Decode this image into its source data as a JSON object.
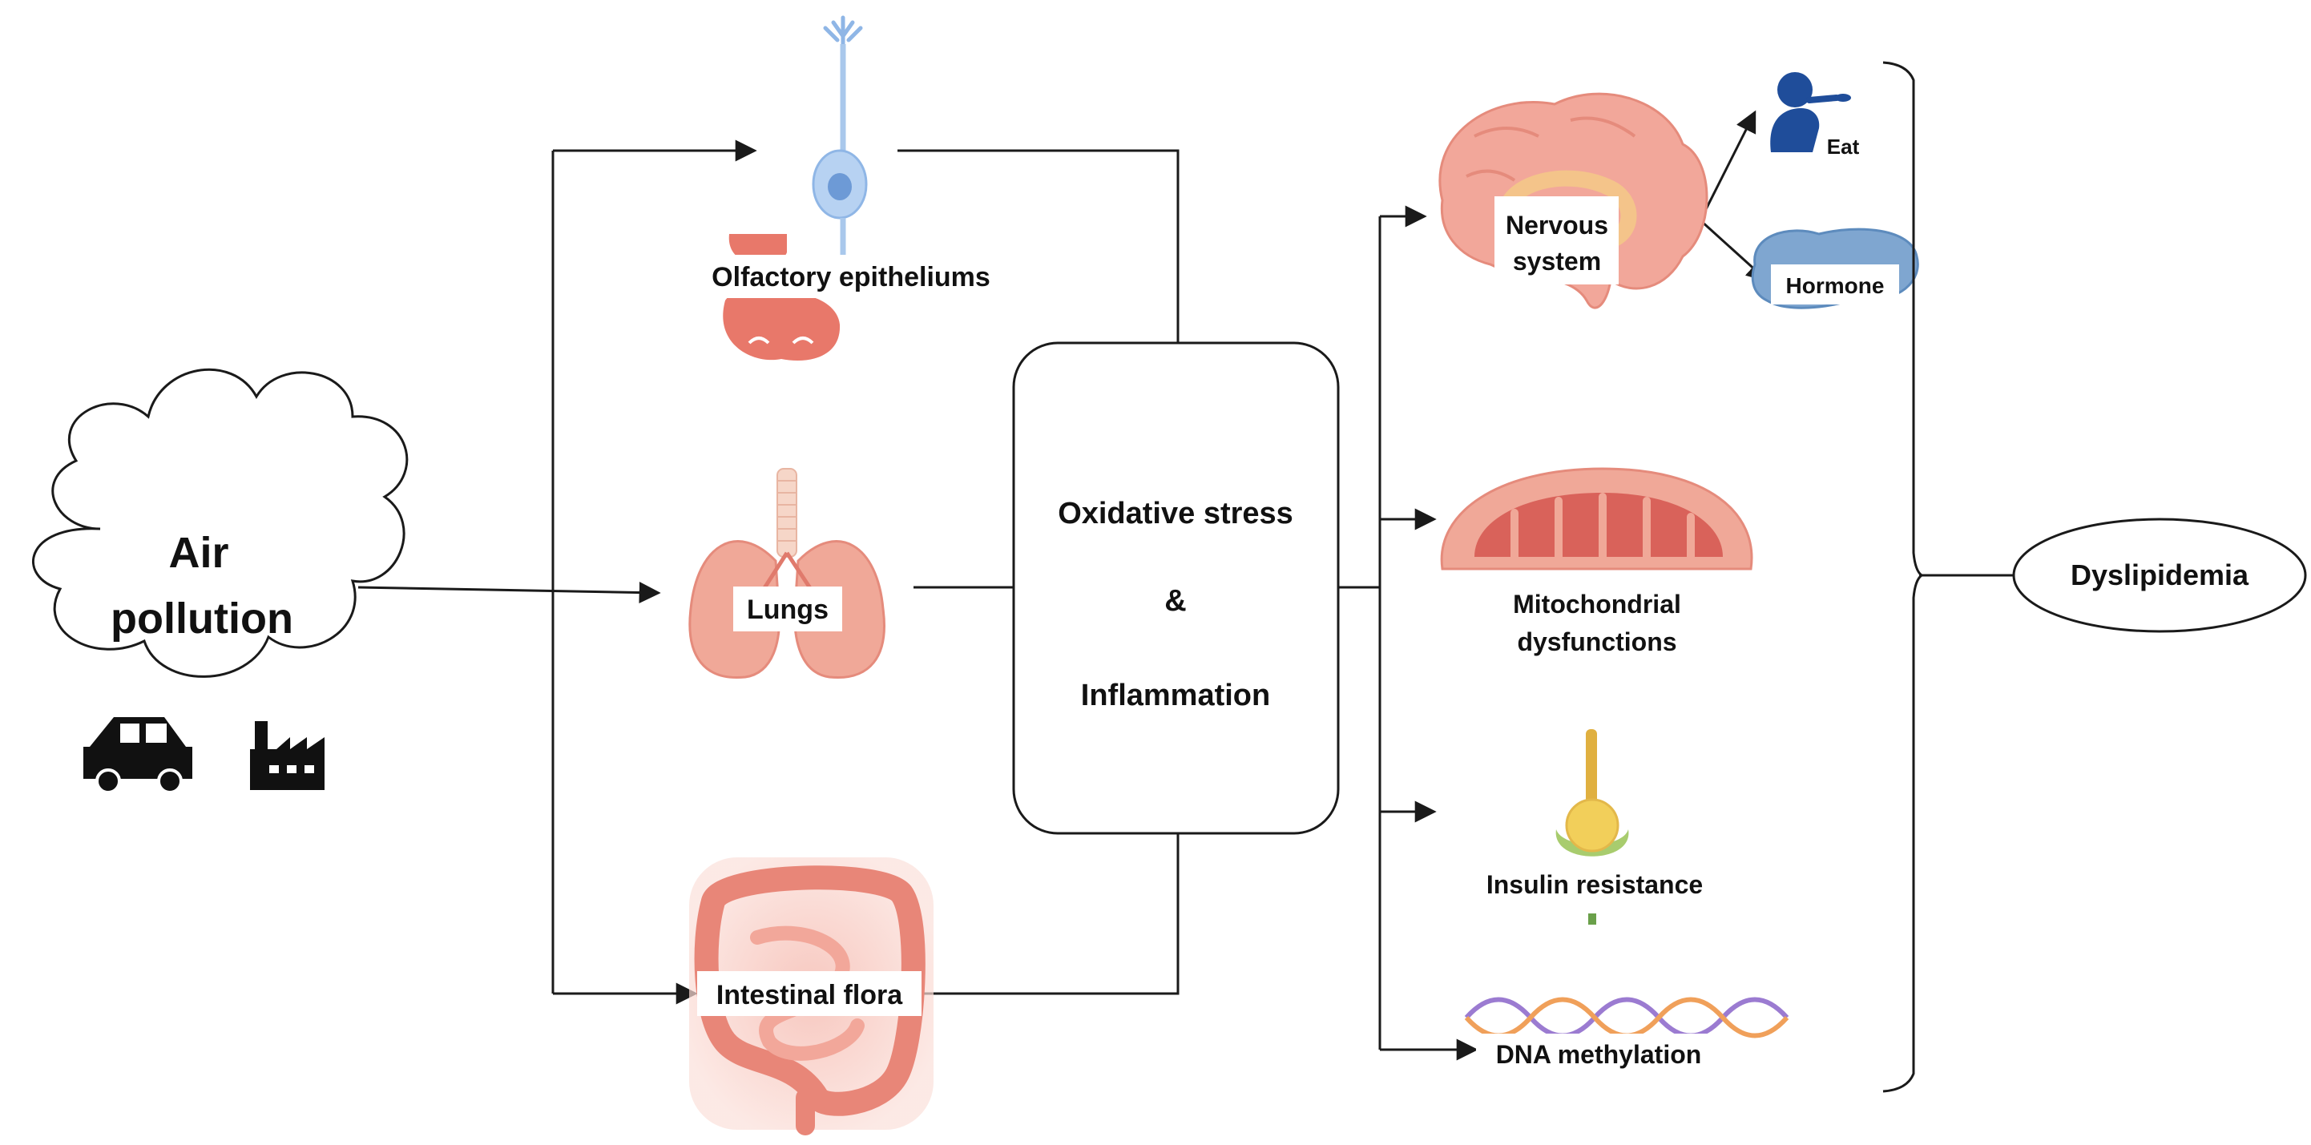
{
  "source": {
    "title_line1": "Air",
    "title_line2": "pollution",
    "icons": [
      "car-icon",
      "factory-icon"
    ]
  },
  "routes": {
    "olfactory": "Olfactory epitheliums",
    "lungs": "Lungs",
    "intestinal": "Intestinal flora"
  },
  "center": {
    "line1": "Oxidative stress",
    "line2": "&",
    "line3": "Inflammation"
  },
  "effects": {
    "nervous_line1": "Nervous",
    "nervous_line2": "system",
    "eat": "Eat",
    "hormone": "Hormone",
    "mito_line1": "Mitochondrial",
    "mito_line2": "dysfunctions",
    "insulin": "Insulin resistance",
    "dna": "DNA methylation"
  },
  "outcome": {
    "label": "Dyslipidemia"
  },
  "colors": {
    "line": "#1a1a1a",
    "organ_red": "#e8786a",
    "organ_pink": "#f0a898",
    "neuron_blue": "#a9c8ec",
    "brain_pink": "#f2a79a",
    "mito_red": "#d9625a",
    "insulin_yellow": "#f2cf5a",
    "insulin_green": "#a8cc6e",
    "person_blue": "#1f4d9a",
    "hormone_blue": "#7fa6d0",
    "dna_purple": "#9b7bd1",
    "dna_orange": "#f0a05a"
  }
}
